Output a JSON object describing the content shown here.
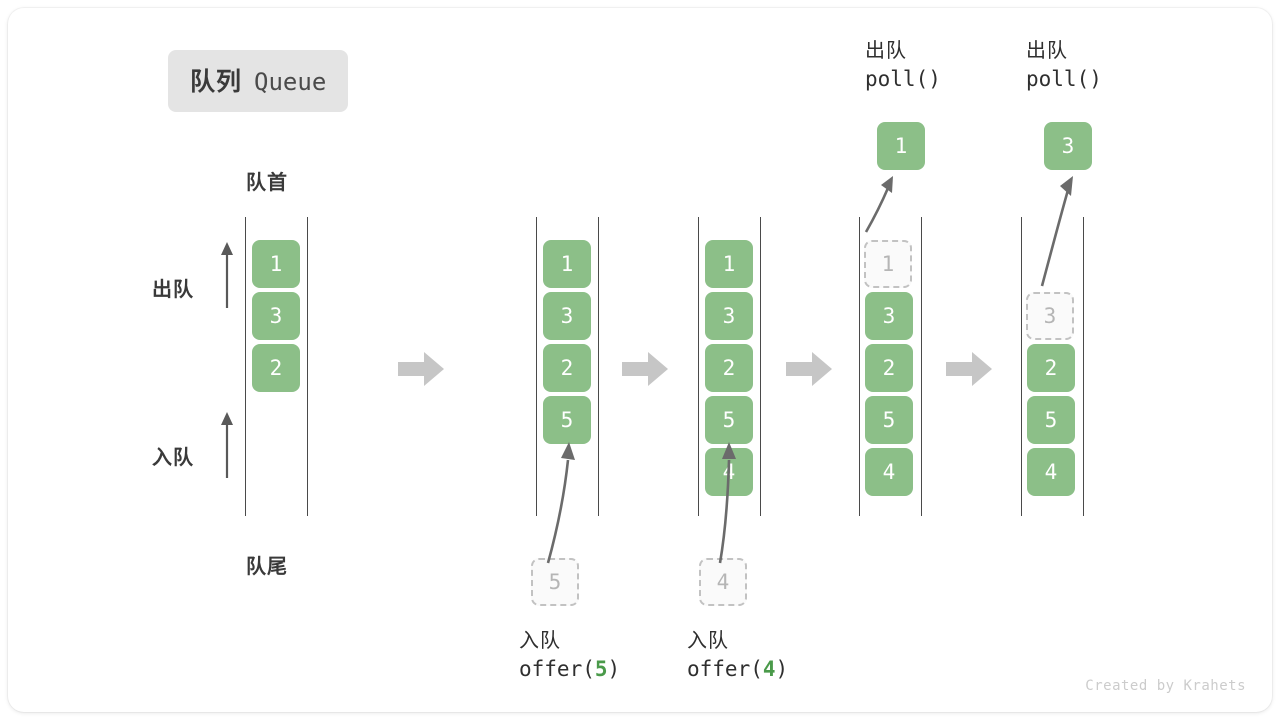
{
  "title": {
    "cn": "队列",
    "en": "Queue"
  },
  "labels": {
    "head": "队首",
    "tail": "队尾",
    "dequeue": "出队",
    "enqueue": "入队"
  },
  "colors": {
    "box_green": "#8cbf88",
    "ghost_fill": "#fafafa",
    "ghost_border": "#c2c2c2",
    "rail": "#4a4a4a",
    "arrow": "#6b6b6b",
    "separator": "#c6c6c6",
    "badge_bg": "#e4e4e4",
    "text_dark": "#3a3a3a",
    "accent_text": "#4a9a4a"
  },
  "credit": "Created by Krahets",
  "steps": [
    {
      "name": "initial",
      "items": [
        "1",
        "3",
        "2"
      ],
      "ghost": null,
      "popped": null,
      "caption_cn": null,
      "caption_code": null,
      "caption_arg": null
    },
    {
      "name": "after-offer-5",
      "items": [
        "1",
        "3",
        "2",
        "5"
      ],
      "ghost": {
        "value": "5",
        "position": "bottom"
      },
      "popped": null,
      "caption_cn": "入队",
      "caption_code": "offer(",
      "caption_arg": "5",
      "caption_code_end": ")"
    },
    {
      "name": "after-offer-4",
      "items": [
        "1",
        "3",
        "2",
        "5",
        "4"
      ],
      "ghost": {
        "value": "4",
        "position": "bottom"
      },
      "popped": null,
      "caption_cn": "入队",
      "caption_code": "offer(",
      "caption_arg": "4",
      "caption_code_end": ")"
    },
    {
      "name": "after-poll-1",
      "items": [
        "3",
        "2",
        "5",
        "4"
      ],
      "ghost": {
        "value": "1",
        "position": "slot0"
      },
      "popped": "1",
      "caption_cn": "出队",
      "caption_code": "poll()",
      "caption_arg": null,
      "caption_code_end": ""
    },
    {
      "name": "after-poll-3",
      "items": [
        "2",
        "5",
        "4"
      ],
      "ghost": {
        "value": "3",
        "position": "slot1"
      },
      "popped": "3",
      "caption_cn": "出队",
      "caption_code": "poll()",
      "caption_arg": null,
      "caption_code_end": ""
    }
  ],
  "separators": [
    "arrow-right",
    "arrow-right",
    "arrow-right",
    "arrow-right"
  ]
}
